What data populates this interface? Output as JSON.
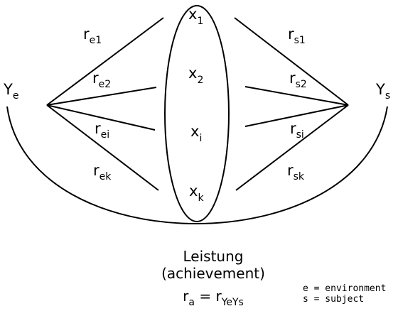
{
  "left_node": {
    "main": "Y",
    "sub": "e"
  },
  "right_node": {
    "main": "Y",
    "sub": "s"
  },
  "cues": [
    {
      "main": "x",
      "sub": "1"
    },
    {
      "main": "x",
      "sub": "2"
    },
    {
      "main": "x",
      "sub": "i"
    },
    {
      "main": "x",
      "sub": "k"
    }
  ],
  "left_correlations": [
    {
      "main": "r",
      "sub": "e1"
    },
    {
      "main": "r",
      "sub": "e2"
    },
    {
      "main": "r",
      "sub": "ei"
    },
    {
      "main": "r",
      "sub": "ek"
    }
  ],
  "right_correlations": [
    {
      "main": "r",
      "sub": "s1"
    },
    {
      "main": "r",
      "sub": "s2"
    },
    {
      "main": "r",
      "sub": "si"
    },
    {
      "main": "r",
      "sub": "sk"
    }
  ],
  "caption": {
    "line1": "Leistung",
    "line2": "(achievement)",
    "formula_lhs_main": "r",
    "formula_lhs_sub": "a",
    "formula_eq": " = ",
    "formula_rhs_main": "r",
    "formula_rhs_sub": "YeYs"
  },
  "legend": {
    "line1": "e = environment",
    "line2": "s = subject"
  }
}
